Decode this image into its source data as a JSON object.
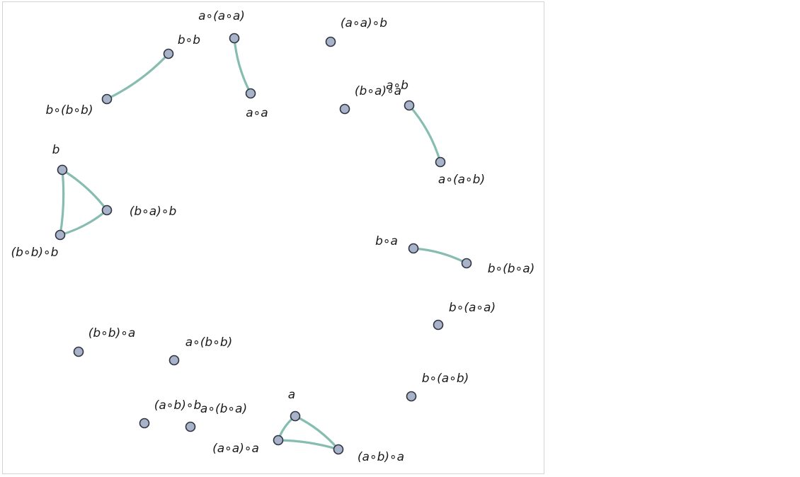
{
  "colors": {
    "edge": "#86bdb0",
    "node_fill": "#a8b2c8",
    "node_stroke": "#2e3440",
    "frame": "#d4d4d4"
  },
  "nodes": [
    {
      "id": "a∘(a∘a)",
      "label": "a∘(a∘a)"
    },
    {
      "id": "(a∘a)∘b",
      "label": "(a∘a)∘b"
    },
    {
      "id": "b∘b",
      "label": "b∘b"
    },
    {
      "id": "b∘(b∘b)",
      "label": "b∘(b∘b)"
    },
    {
      "id": "a∘a",
      "label": "a∘a"
    },
    {
      "id": "(b∘a)∘a",
      "label": "(b∘a)∘a"
    },
    {
      "id": "a∘b",
      "label": "a∘b"
    },
    {
      "id": "a∘(a∘b)",
      "label": "a∘(a∘b)"
    },
    {
      "id": "b",
      "label": "b"
    },
    {
      "id": "(b∘a)∘b",
      "label": "(b∘a)∘b"
    },
    {
      "id": "(b∘b)∘b",
      "label": "(b∘b)∘b"
    },
    {
      "id": "b∘a",
      "label": "b∘a"
    },
    {
      "id": "b∘(b∘a)",
      "label": "b∘(b∘a)"
    },
    {
      "id": "b∘(a∘a)",
      "label": "b∘(a∘a)"
    },
    {
      "id": "(b∘b)∘a",
      "label": "(b∘b)∘a"
    },
    {
      "id": "a∘(b∘b)",
      "label": "a∘(b∘b)"
    },
    {
      "id": "b∘(a∘b)",
      "label": "b∘(a∘b)"
    },
    {
      "id": "a",
      "label": "a"
    },
    {
      "id": "(a∘b)∘b",
      "label": "(a∘b)∘b"
    },
    {
      "id": "a∘(b∘a)",
      "label": "a∘(b∘a)"
    },
    {
      "id": "(a∘a)∘a",
      "label": "(a∘a)∘a"
    },
    {
      "id": "(a∘b)∘a",
      "label": "(a∘b)∘a"
    }
  ],
  "edges": [
    {
      "from": "b∘b",
      "to": "b∘(b∘b)"
    },
    {
      "from": "a∘(a∘a)",
      "to": "a∘a"
    },
    {
      "from": "a∘b",
      "to": "a∘(a∘b)"
    },
    {
      "from": "b",
      "to": "(b∘a)∘b"
    },
    {
      "from": "b",
      "to": "(b∘b)∘b"
    },
    {
      "from": "(b∘a)∘b",
      "to": "(b∘b)∘b"
    },
    {
      "from": "b∘a",
      "to": "b∘(b∘a)"
    },
    {
      "from": "a",
      "to": "(a∘a)∘a"
    },
    {
      "from": "a",
      "to": "(a∘b)∘a"
    },
    {
      "from": "(a∘a)∘a",
      "to": "(a∘b)∘a"
    }
  ]
}
